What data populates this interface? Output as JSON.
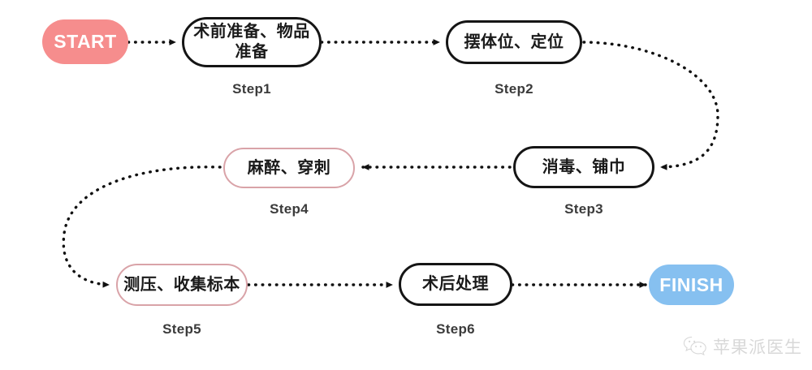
{
  "diagram": {
    "type": "flowchart",
    "orientation": "serpentine-horizontal",
    "nodes": [
      {
        "id": "start",
        "label": "START",
        "kind": "terminal",
        "fill": "#f68d8d",
        "text_color": "#ffffff",
        "caption": ""
      },
      {
        "id": "step1",
        "label": "术前准备、物品\n准备",
        "kind": "process",
        "border": "#151515",
        "caption": "Step1"
      },
      {
        "id": "step2",
        "label": "摆体位、定位",
        "kind": "process",
        "border": "#151515",
        "caption": "Step2"
      },
      {
        "id": "step3",
        "label": "消毒、铺巾",
        "kind": "process",
        "border": "#151515",
        "caption": "Step3"
      },
      {
        "id": "step4",
        "label": "麻醉、穿刺",
        "kind": "process-accent",
        "border": "#d9a3a8",
        "caption": "Step4"
      },
      {
        "id": "step5",
        "label": "测压、收集标本",
        "kind": "process-accent",
        "border": "#d9a3a8",
        "caption": "Step5"
      },
      {
        "id": "step6",
        "label": "术后处理",
        "kind": "process",
        "border": "#151515",
        "caption": "Step6"
      },
      {
        "id": "finish",
        "label": "FINISH",
        "kind": "terminal",
        "fill": "#86c0f0",
        "text_color": "#ffffff",
        "caption": ""
      }
    ],
    "edges": [
      {
        "from": "start",
        "to": "step1",
        "style": "dotted-straight"
      },
      {
        "from": "step1",
        "to": "step2",
        "style": "dotted-straight"
      },
      {
        "from": "step2",
        "to": "step3",
        "style": "dotted-curve-right"
      },
      {
        "from": "step3",
        "to": "step4",
        "style": "dotted-straight"
      },
      {
        "from": "step4",
        "to": "step5",
        "style": "dotted-curve-left"
      },
      {
        "from": "step5",
        "to": "step6",
        "style": "dotted-straight"
      },
      {
        "from": "step6",
        "to": "finish",
        "style": "dotted-straight"
      }
    ],
    "edge_color": "#111111",
    "background": "#ffffff"
  },
  "watermark": {
    "icon": "wechat-icon",
    "text": "苹果派医生"
  }
}
